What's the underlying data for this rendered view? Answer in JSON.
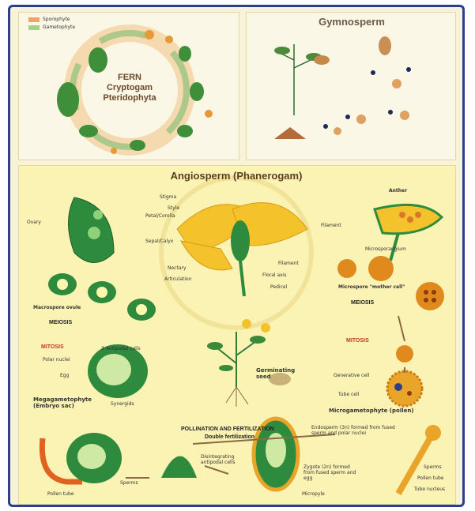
{
  "fern": {
    "title_lines": [
      "FERN",
      "Cryptogam",
      "Pteridophyta"
    ],
    "legend": [
      "Sporophyte",
      "Gametophyte"
    ]
  },
  "gymnosperm": {
    "title": "Gymnosperm"
  },
  "angiosperm": {
    "title": "Angiosperm (Phanerogam)",
    "flower_labels": [
      "Stigma",
      "Style",
      "Petal/Corolla",
      "Sepal/Calyx",
      "Nectary",
      "Articulation",
      "Filament",
      "Floral axis",
      "Pedicel"
    ],
    "ovary_label": "Ovary",
    "anther_label": "Anther",
    "filament_label": "Filament",
    "microsporangium_label": "Microsporangium",
    "microspore_mother_label": "Microspore \"mother cell\"",
    "meiosis_right": "MEIOSIS",
    "mitosis_right": "MITOSIS",
    "generative_cell": "Generative cell",
    "tube_cell": "Tube cell",
    "microgametophyte": "Microgametophyte (pollen)",
    "macrospore_ovule": "Macrospore ovule",
    "meiosis_left": "MEIOSIS",
    "mitosis_left": "MITOSIS",
    "antipodal_cells": "3 Antipodal cells",
    "polar_nuclei": "Polar nuclei",
    "egg": "Egg",
    "synergids": "Synergids",
    "megagametophyte": "Megagametophyte (Embryo sac)",
    "germinating_seed": "Germinating seed",
    "pollination_title": "POLLINATION AND FERTILIZATION",
    "double_fertilization": "Double fertilization",
    "endosperm": "Endosperm (3n) formed from fused sperm and polar nuclei",
    "disintegrating": "Disintegrating antipodal cells",
    "zygote": "Zygote (2n) formed from fused sperm and egg",
    "micropyle": "Micropyle",
    "sperms_left": "Sperms",
    "pollen_tube_left": "Pollen tube",
    "sperms_right": "Sperms",
    "pollen_tube_right": "Pollen tube",
    "tube_nucleus": "Tube nucleus"
  },
  "colors": {
    "frame": "#2b3f8f",
    "angio_bg": "#fbf3b4",
    "green_dark": "#1f7a3a",
    "orange": "#e08a1e",
    "red_heading": "#c0392b"
  }
}
